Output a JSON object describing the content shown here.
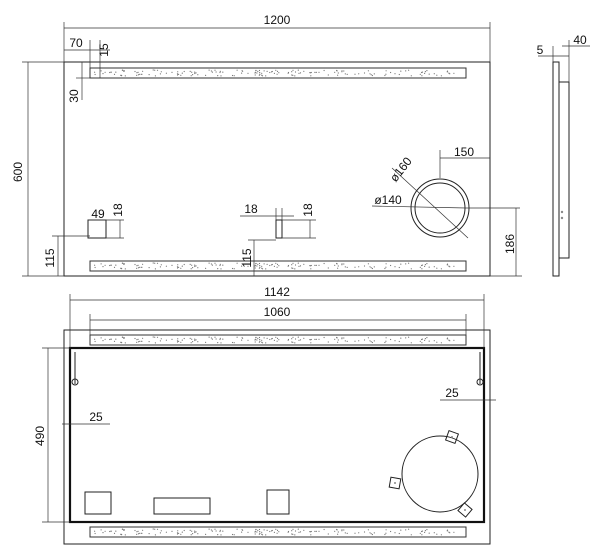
{
  "front_view": {
    "width": "1200",
    "left_offset": "70",
    "strip_height": "15",
    "strip_top": "30",
    "height": "600",
    "bottom_offset_left": "115",
    "bottom_offset_mid": "115",
    "sensor_left_width": "49",
    "sensor_left_height": "18",
    "sensor_mid_width": "18",
    "sensor_mid_height": "18",
    "mirror_outer_dia": "ø160",
    "mirror_inner_dia": "ø140",
    "mirror_right_offset": "150",
    "mirror_bottom_offset": "186"
  },
  "side_view": {
    "depth_min": "5",
    "depth_max": "40"
  },
  "rear_view": {
    "outer_width": "1142",
    "strip_width": "1060",
    "height": "490",
    "left_inset": "25",
    "right_inset": "25"
  }
}
